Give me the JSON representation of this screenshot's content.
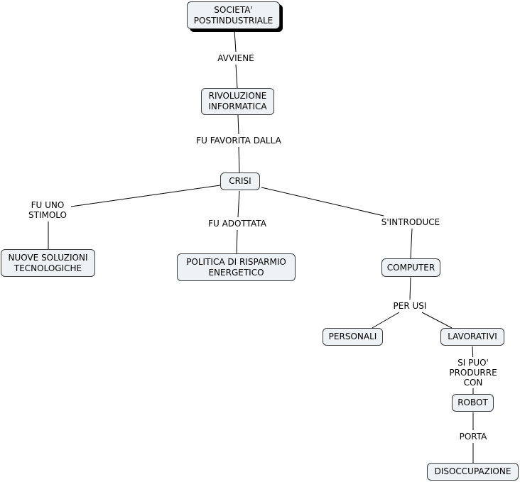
{
  "nodes": {
    "societa": "SOCIETA'\nPOSTINDUSTRIALE",
    "rivoluzione": "RIVOLUZIONE\nINFORMATICA",
    "crisi": "CRISI",
    "nuove": "NUOVE SOLUZIONI\nTECNOLOGICHE",
    "politica": "POLITICA DI RISPARMIO\nENERGETICO",
    "computer": "COMPUTER",
    "personali": "PERSONALI",
    "lavorativi": "LAVORATIVI",
    "robot": "ROBOT",
    "disoccupazione": "DISOCCUPAZIONE"
  },
  "links": {
    "avviene": "AVVIENE",
    "favorita": "FU FAVORITA DALLA",
    "stimolo": "FU UNO\nSTIMOLO",
    "adottata": "FU ADOTTATA",
    "introduce": "S'INTRODUCE",
    "per_usi": "PER USI",
    "produrre": "SI PUO'\nPRODURRE CON",
    "porta": "PORTA"
  }
}
